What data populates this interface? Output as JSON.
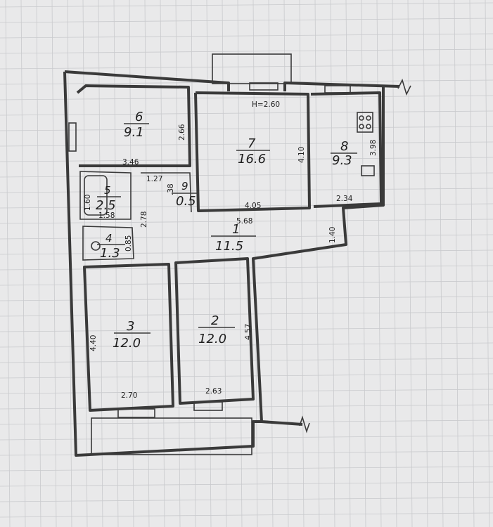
{
  "ceiling_height": "H=2.60",
  "rooms": [
    {
      "no": "1",
      "area": "11.5"
    },
    {
      "no": "2",
      "area": "12.0"
    },
    {
      "no": "3",
      "area": "12.0"
    },
    {
      "no": "4",
      "area": "1.3"
    },
    {
      "no": "5",
      "area": "2.5"
    },
    {
      "no": "6",
      "area": "9.1"
    },
    {
      "no": "7",
      "area": "16.6"
    },
    {
      "no": "8",
      "area": "9.3"
    },
    {
      "no": "9",
      "area": "0.5"
    }
  ],
  "dimensions": {
    "r6_width": "3.46",
    "r6_depth": "2.66",
    "r7_width": "4.05",
    "r7_depth": "4.10",
    "r8_width": "2.34",
    "r8_depth": "3.98",
    "r5_width": "1.58",
    "r5_depth": "1.60",
    "r9_width": "1.27",
    "r9_depth": ".38",
    "r4_depth": "0.85",
    "hall_side": "2.78",
    "hall_width": "5.68",
    "hall_depth": "1.40",
    "r3_width": "2.70",
    "r3_depth": "4.40",
    "r2_width": "2.63",
    "r2_depth": "4.57"
  }
}
